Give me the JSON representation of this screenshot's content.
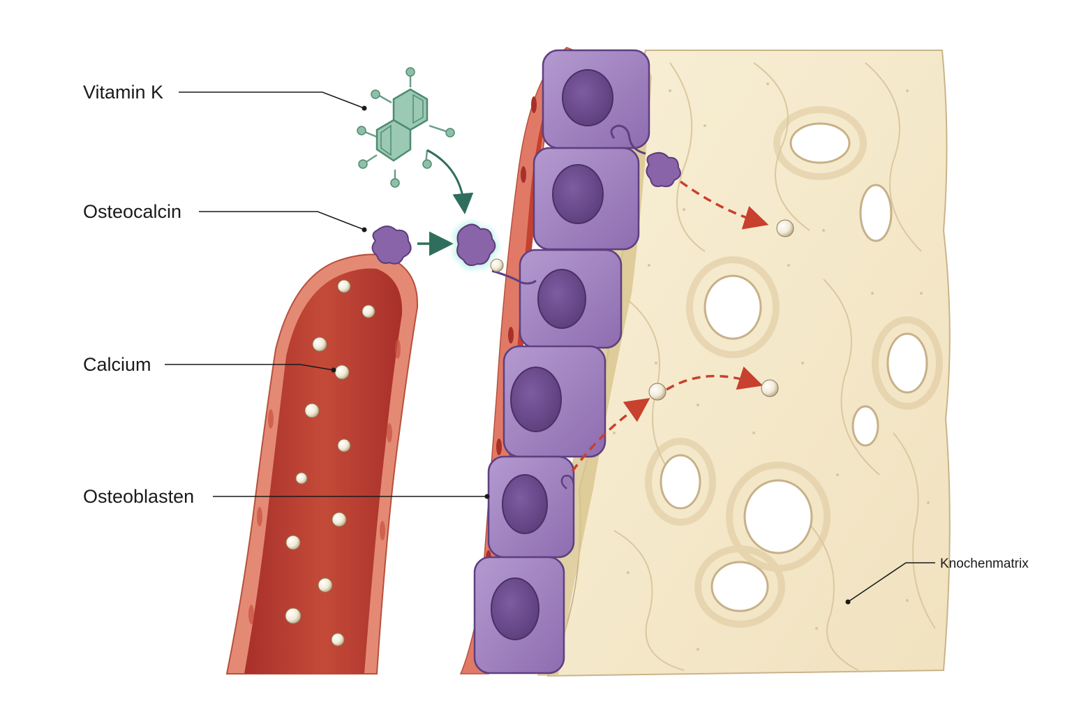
{
  "labels": {
    "vitamin_k": "Vitamin K",
    "osteocalcin": "Osteocalcin",
    "calcium": "Calcium",
    "osteoblasts": "Osteoblasten",
    "bone_matrix": "Knochenmatrix"
  },
  "colors": {
    "vessel_wall": "#e07a66",
    "vessel_lumen": "#b83a2c",
    "osteoblast": "#9b7ab8",
    "osteoblast_nucleus": "#6a4a8c",
    "bone": "#f6ecd0",
    "vitamin_k": "#8fbfa8",
    "transport_arrow": "#c8402e",
    "binding_arrow": "#2f6e5c"
  }
}
